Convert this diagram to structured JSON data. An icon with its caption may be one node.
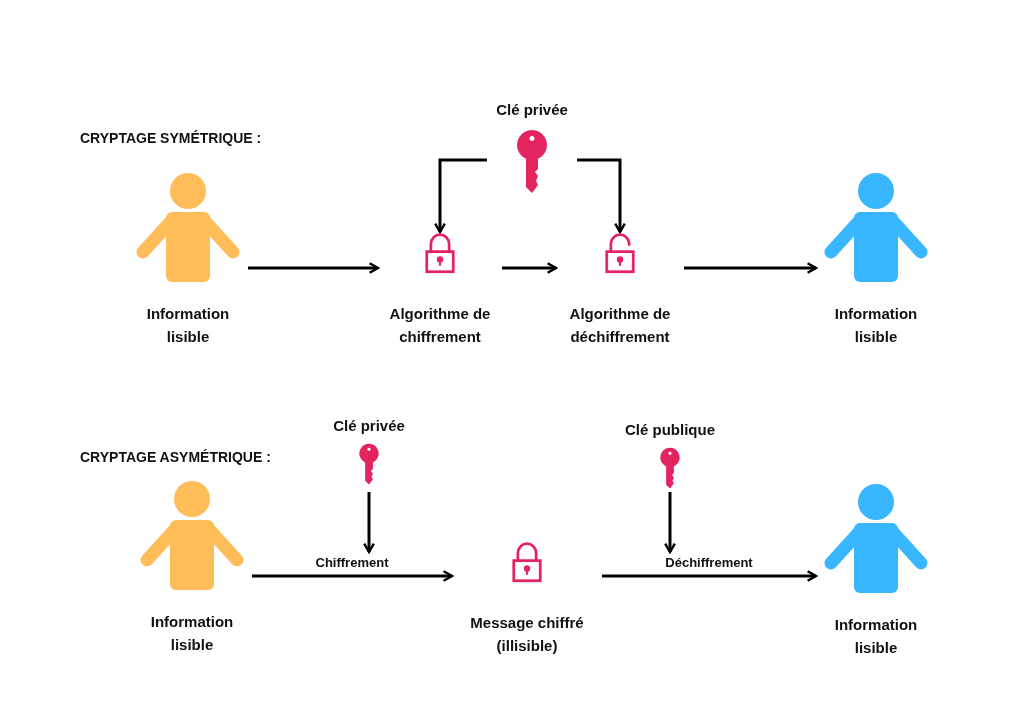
{
  "diagram": {
    "nodes": [
      {
        "text": [
          "Information lisible"
        ]
      },
      {
        "text": [
          "Algorithme de chiffrement"
        ]
      },
      {
        "text": [
          "Algorithme de déchiffrement"
        ]
      },
      {
        "text": [
          "Information lisible"
        ]
      },
      {
        "text": [
          "Clé privée"
        ]
      },
      {
        "text": [
          "Information lisible"
        ]
      },
      {
        "text": [
          "Clé privée"
        ]
      },
      {
        "text": [
          "Message chiffré (illisible)"
        ]
      },
      {
        "text": [
          "Clé publique"
        ]
      },
      {
        "text": [
          "Information lisible"
        ]
      }
    ],
    "edges": [
      {
        "from": 0,
        "to": 1,
        "arrow": "to"
      },
      {
        "from": 1,
        "to": 2,
        "arrow": "to"
      },
      {
        "from": 2,
        "to": 3,
        "arrow": "to"
      },
      {
        "from": 4,
        "to": 1,
        "arrow": "to"
      },
      {
        "from": 4,
        "to": 2,
        "arrow": "to"
      },
      {
        "from": 5,
        "to": 7,
        "arrow": "to",
        "label": "Chiffrement"
      },
      {
        "from": 7,
        "to": 9,
        "arrow": "to",
        "label": "Déchiffrement"
      },
      {
        "from": 6,
        "to": null,
        "arrow": "to"
      },
      {
        "from": 8,
        "to": null,
        "arrow": "to"
      }
    ],
    "labels": [
      "CRYPTAGE SYMÉTRIQUE :",
      "CRYPTAGE ASYMÉTRIQUE :"
    ]
  }
}
